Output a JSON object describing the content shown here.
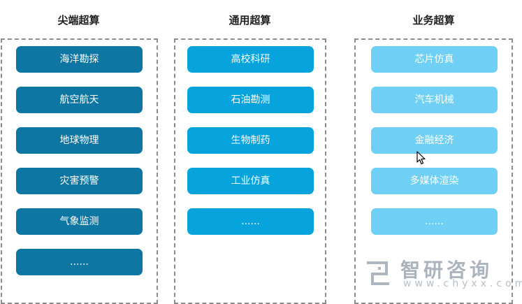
{
  "columns": [
    {
      "title": "尖端超算",
      "items": [
        "海洋勘探",
        "航空航天",
        "地球物理",
        "灾害预警",
        "气象监测",
        "......"
      ],
      "color": "#0d76a3"
    },
    {
      "title": "通用超算",
      "items": [
        "高校科研",
        "石油勘测",
        "生物制药",
        "工业仿真",
        "......"
      ],
      "color": "#06a3dd"
    },
    {
      "title": "业务超算",
      "items": [
        "芯片仿真",
        "汽车机械",
        "金融经济",
        "多媒体渲染",
        "......"
      ],
      "color": "#6fcff5"
    }
  ],
  "watermark": {
    "text": "智研咨询",
    "url": "www.chyxx.com"
  }
}
